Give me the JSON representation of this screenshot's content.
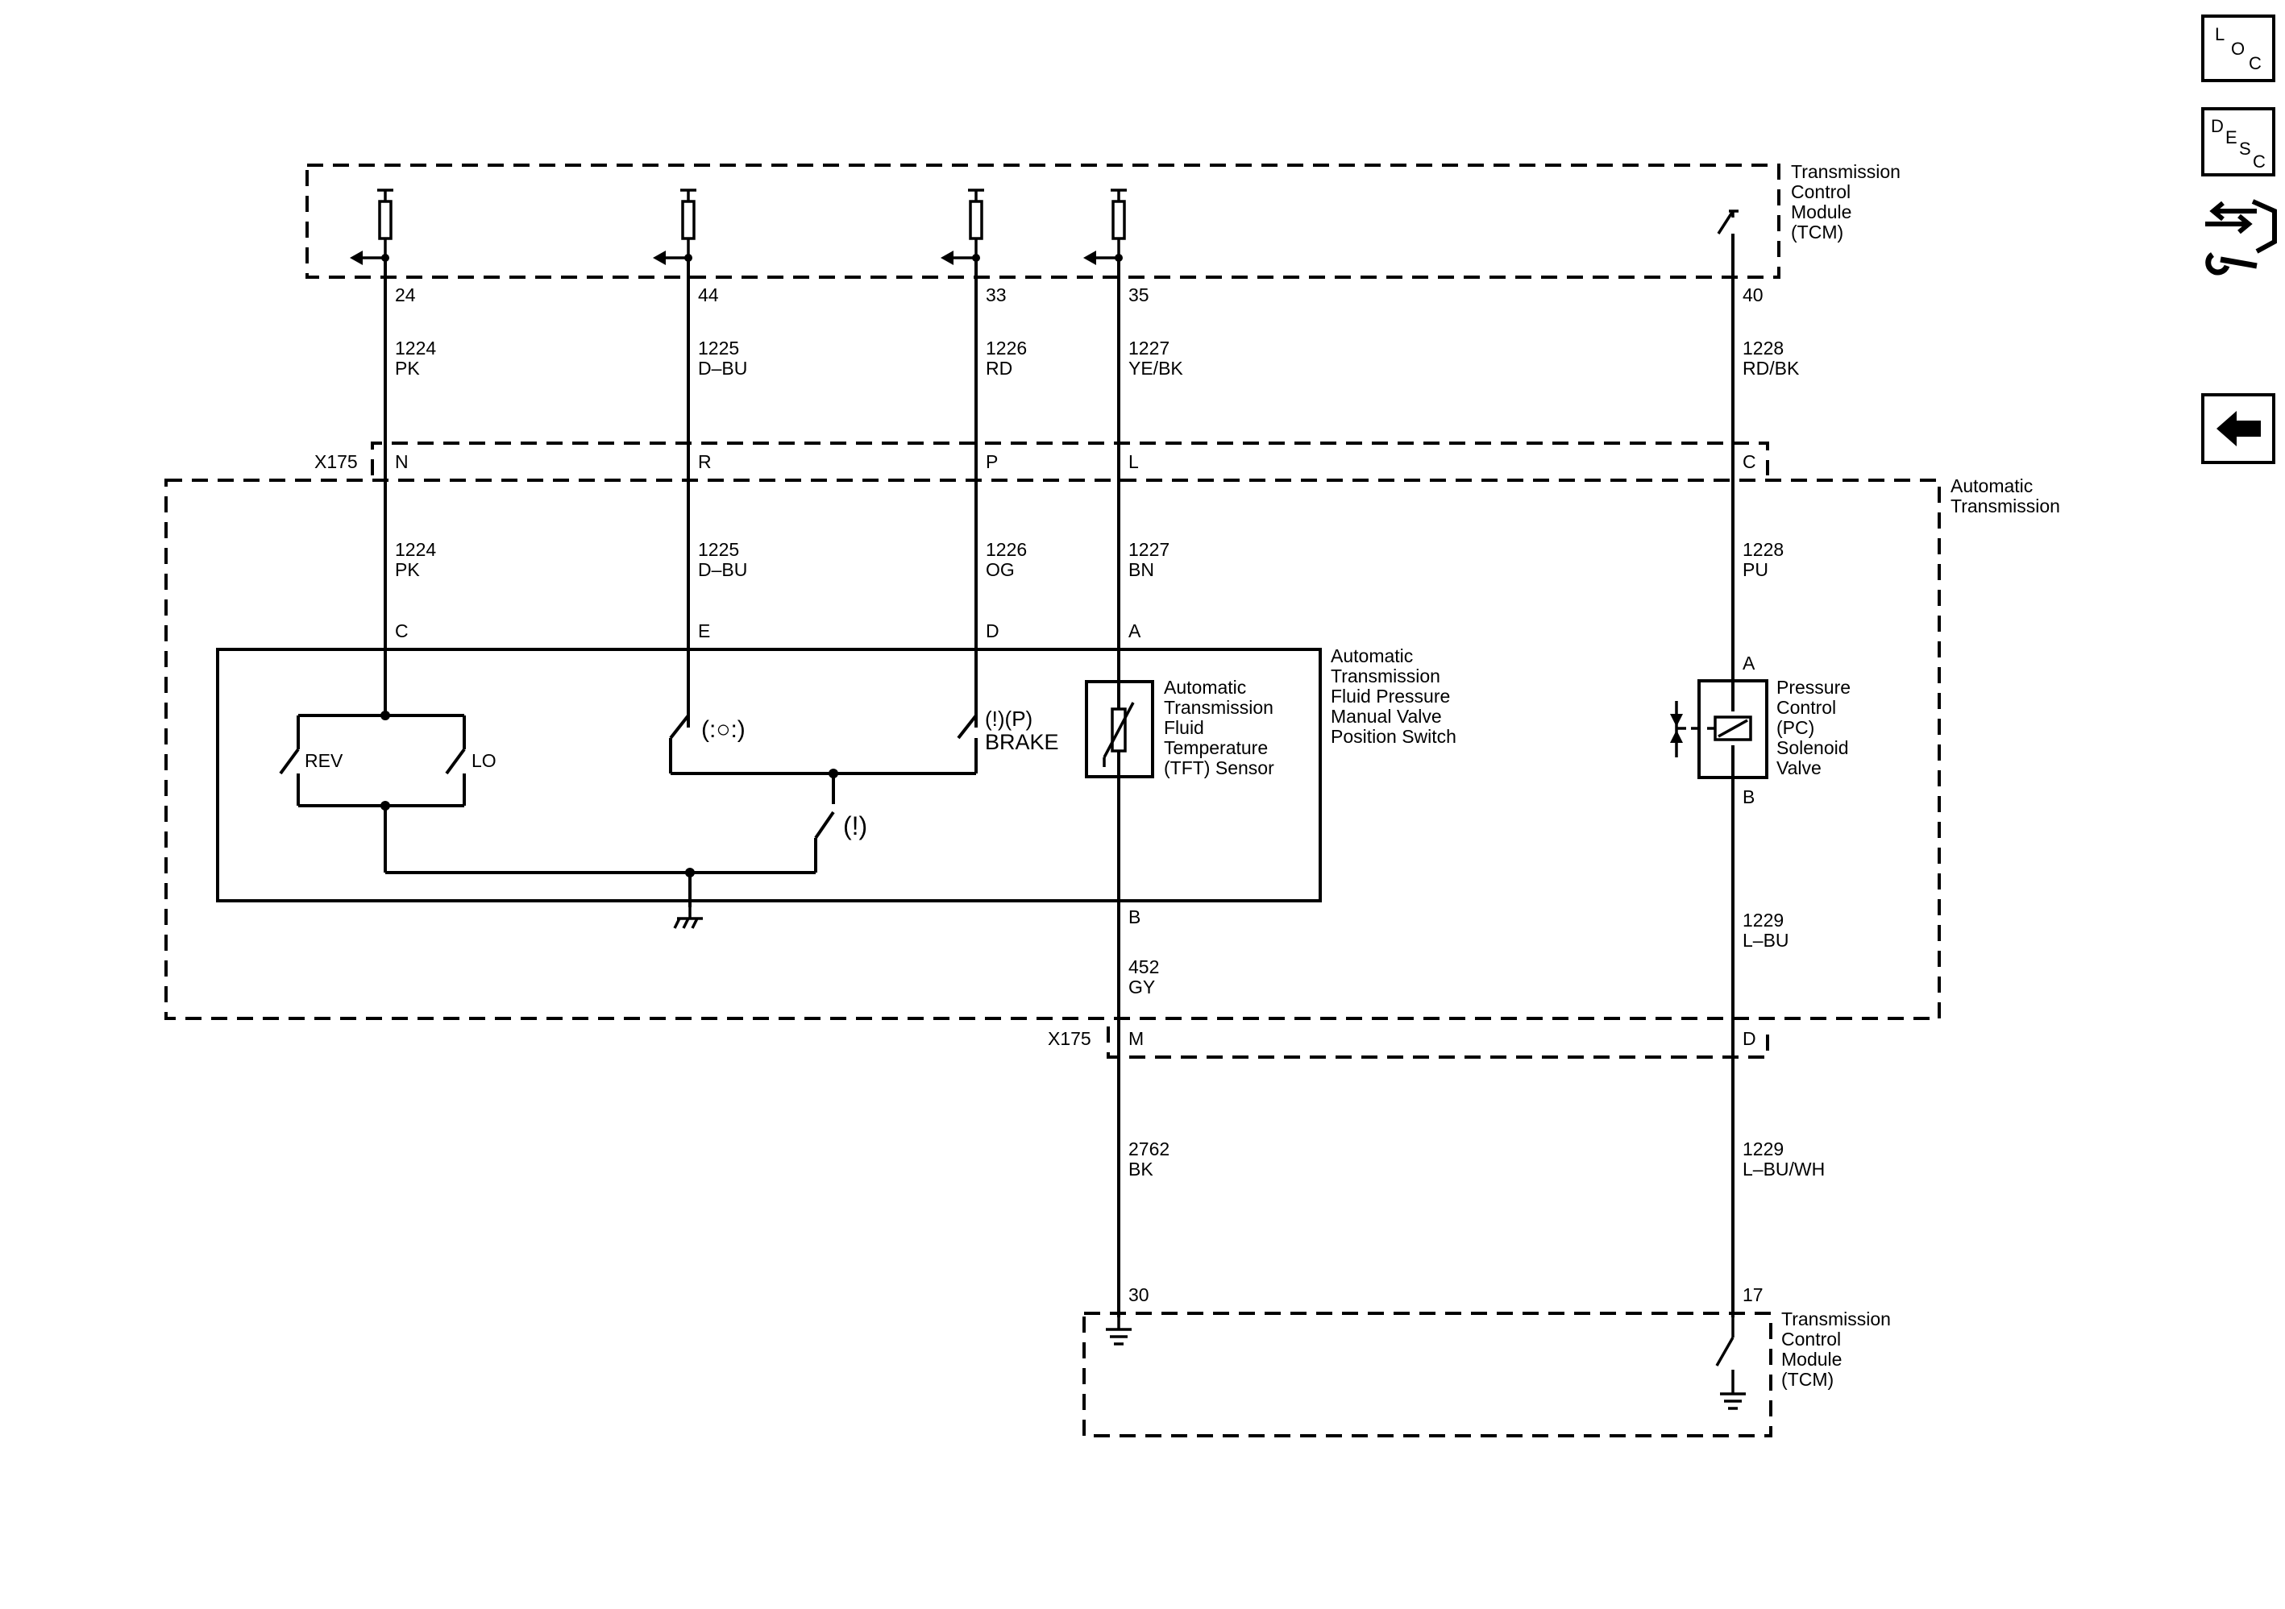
{
  "nav": {
    "loc": {
      "l1": "L",
      "l2": "O",
      "l3": "C"
    },
    "desc": {
      "l1": "D",
      "l2": "E",
      "l3": "S",
      "l4": "C"
    }
  },
  "components": {
    "tcm_top": [
      "Transmission",
      "Control",
      "Module",
      "(TCM)"
    ],
    "tcm_bottom": [
      "Transmission",
      "Control",
      "Module",
      "(TCM)"
    ],
    "auto_trans": [
      "Automatic",
      "Transmission"
    ],
    "pressure_switch": [
      "Automatic",
      "Transmission",
      "Fluid Pressure",
      "Manual Valve",
      "Position Switch"
    ],
    "tft_sensor": [
      "Automatic",
      "Transmission",
      "Fluid",
      "Temperature",
      "(TFT) Sensor"
    ],
    "pc_solenoid": [
      "Pressure",
      "Control",
      "(PC)",
      "Solenoid",
      "Valve"
    ]
  },
  "connectors": {
    "x175_top": "X175",
    "x175_bottom": "X175"
  },
  "switch_labels": {
    "rev": "REV",
    "lo": "LO",
    "neutral_symbol": "(:○:)",
    "brake_symbol": "(!)(P)",
    "brake": "BRAKE",
    "warning_symbol": "(!)"
  },
  "pins": {
    "tcm_24": "24",
    "tcm_44": "44",
    "tcm_33": "33",
    "tcm_35": "35",
    "tcm_40": "40",
    "x175_n": "N",
    "x175_r": "R",
    "x175_p": "P",
    "x175_l": "L",
    "x175_c": "C",
    "sw_c": "C",
    "sw_e": "E",
    "sw_d": "D",
    "sw_a": "A",
    "sw_b": "B",
    "pc_a": "A",
    "pc_b": "B",
    "x175_m": "M",
    "x175_d": "D",
    "tcm_30": "30",
    "tcm_17": "17"
  },
  "wires": {
    "w1224_top": {
      "circuit": "1224",
      "color": "PK"
    },
    "w1225_top": {
      "circuit": "1225",
      "color": "D–BU"
    },
    "w1226_top": {
      "circuit": "1226",
      "color": "RD"
    },
    "w1227_top": {
      "circuit": "1227",
      "color": "YE/BK"
    },
    "w1228_top": {
      "circuit": "1228",
      "color": "RD/BK"
    },
    "w1224_mid": {
      "circuit": "1224",
      "color": "PK"
    },
    "w1225_mid": {
      "circuit": "1225",
      "color": "D–BU"
    },
    "w1226_mid": {
      "circuit": "1226",
      "color": "OG"
    },
    "w1227_mid": {
      "circuit": "1227",
      "color": "BN"
    },
    "w1228_mid": {
      "circuit": "1228",
      "color": "PU"
    },
    "w452": {
      "circuit": "452",
      "color": "GY"
    },
    "w1229_mid": {
      "circuit": "1229",
      "color": "L–BU"
    },
    "w2762": {
      "circuit": "2762",
      "color": "BK"
    },
    "w1229_bot": {
      "circuit": "1229",
      "color": "L–BU/WH"
    }
  }
}
